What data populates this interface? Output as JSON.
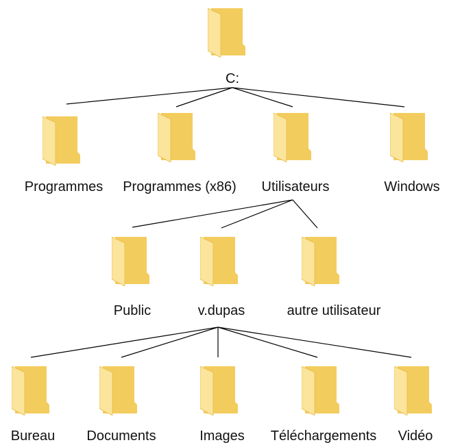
{
  "diagram": {
    "type": "tree",
    "colors": {
      "folder_back": "#f3cc5e",
      "folder_front": "#fbe49c",
      "line": "#000000"
    },
    "nodes": [
      {
        "id": "c",
        "label": "C:",
        "icon": "folder-icon",
        "parent": null
      },
      {
        "id": "programmes",
        "label": "Programmes",
        "icon": "folder-icon",
        "parent": "c"
      },
      {
        "id": "programmes-x86",
        "label": "Programmes (x86)",
        "icon": "folder-icon",
        "parent": "c"
      },
      {
        "id": "utilisateurs",
        "label": "Utilisateurs",
        "icon": "folder-icon",
        "parent": "c"
      },
      {
        "id": "windows",
        "label": "Windows",
        "icon": "folder-icon",
        "parent": "c"
      },
      {
        "id": "public",
        "label": "Public",
        "icon": "folder-icon",
        "parent": "utilisateurs"
      },
      {
        "id": "vdupas",
        "label": "v.dupas",
        "icon": "folder-icon",
        "parent": "utilisateurs"
      },
      {
        "id": "autre",
        "label": "autre utilisateur",
        "icon": "folder-icon",
        "parent": "utilisateurs"
      },
      {
        "id": "bureau",
        "label": "Bureau",
        "icon": "folder-icon",
        "parent": "vdupas"
      },
      {
        "id": "documents",
        "label": "Documents",
        "icon": "folder-icon",
        "parent": "vdupas"
      },
      {
        "id": "images",
        "label": "Images",
        "icon": "folder-icon",
        "parent": "vdupas"
      },
      {
        "id": "telechargements",
        "label": "Téléchargements",
        "icon": "folder-icon",
        "parent": "vdupas"
      },
      {
        "id": "video",
        "label": "Vidéo",
        "icon": "folder-icon",
        "parent": "vdupas"
      }
    ]
  }
}
